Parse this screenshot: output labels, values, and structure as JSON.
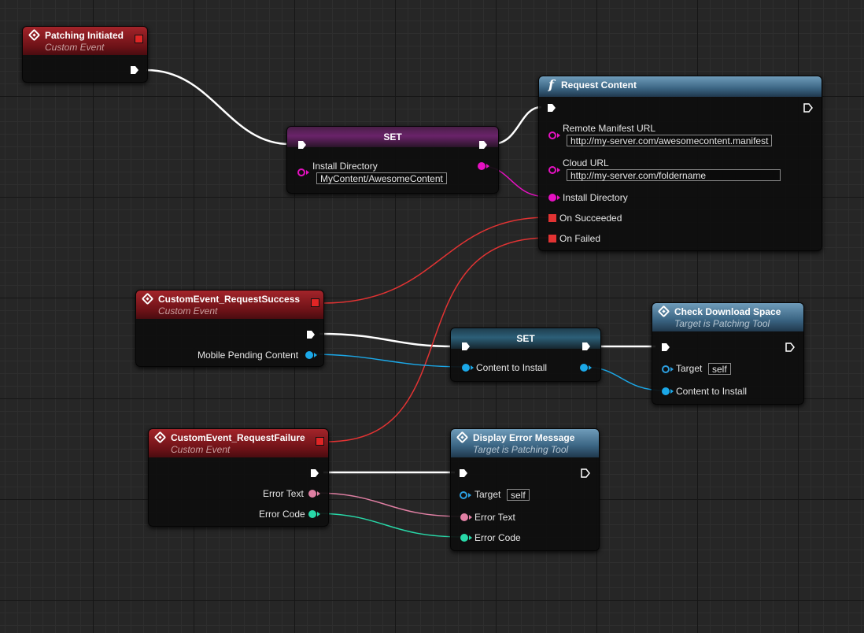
{
  "nodes": {
    "patching_initiated": {
      "title": "Patching Initiated",
      "subtitle": "Custom Event"
    },
    "set1": {
      "title": "SET",
      "var_label": "Install Directory",
      "var_value": "MyContent/AwesomeContent"
    },
    "request_content": {
      "title": "Request Content",
      "remote_manifest_label": "Remote Manifest URL",
      "remote_manifest_value": "http://my-server.com/awesomecontent.manifest",
      "cloud_url_label": "Cloud URL",
      "cloud_url_value": "http://my-server.com/foldername",
      "install_dir_label": "Install Directory",
      "on_succeeded_label": "On Succeeded",
      "on_failed_label": "On Failed"
    },
    "request_success": {
      "title": "CustomEvent_RequestSuccess",
      "subtitle": "Custom Event",
      "out_label": "Mobile Pending Content"
    },
    "set2": {
      "title": "SET",
      "var_label": "Content to Install"
    },
    "check_download": {
      "title": "Check Download Space",
      "subtitle": "Target is Patching Tool",
      "target_label": "Target",
      "target_value": "self",
      "content_label": "Content to Install"
    },
    "request_failure": {
      "title": "CustomEvent_RequestFailure",
      "subtitle": "Custom Event",
      "error_text_label": "Error Text",
      "error_code_label": "Error Code"
    },
    "display_error": {
      "title": "Display Error Message",
      "subtitle": "Target is Patching Tool",
      "target_label": "Target",
      "target_value": "self",
      "error_text_label": "Error Text",
      "error_code_label": "Error Code"
    }
  },
  "colors": {
    "exec": "#ffffff",
    "string": "#e611c2",
    "delegate": "#e23333",
    "struct": "#1ba8e8",
    "text": "#e07fa3",
    "int": "#28d8a8",
    "object": "#2c9fe0",
    "event_header": "#8a1c22",
    "function_header": "#4f7896"
  },
  "icons": {
    "event": "event-diamond-icon",
    "function": "function-f-icon",
    "exec": "exec-pin-icon"
  }
}
